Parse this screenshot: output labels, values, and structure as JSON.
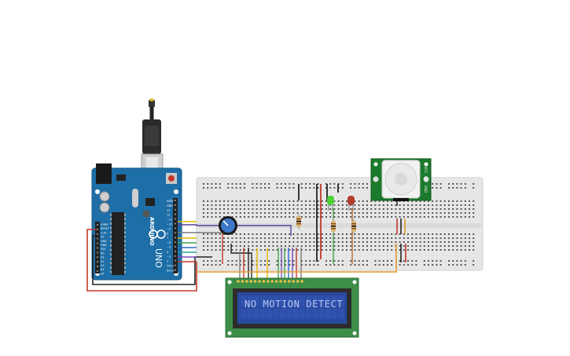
{
  "lcd": {
    "text": "NO MOTION DETECT"
  },
  "arduino": {
    "brand": "ARDUINO",
    "model": "UNO",
    "power_pin_labels": [
      "IOREF",
      "RESET",
      "3.3V",
      "5V",
      "GND",
      "GND",
      "VIN"
    ],
    "analog_label": "ANALOG IN",
    "analog_pin_labels": [
      "A0",
      "A1",
      "A2",
      "A3",
      "A4",
      "A5"
    ],
    "digital_label": "DIGITAL (PWM~)",
    "digital_pin_labels": [
      "AREF",
      "GND",
      "13",
      "12",
      "~11",
      "~10",
      "~9",
      "8",
      "7",
      "~6",
      "~5",
      "4",
      "~3",
      "2",
      "TX>1",
      "RX<0"
    ]
  },
  "pir": {
    "pin_labels": [
      "VCC",
      "OUT",
      "GND"
    ]
  },
  "leds": [
    {
      "name": "green-led",
      "color": "#4cd137"
    },
    {
      "name": "red-led",
      "color": "#b33a2e"
    }
  ],
  "colors": {
    "board": "#1e6ea7",
    "breadboard": "#e6e6e6",
    "lcd_pcb": "#3d8f47",
    "lcd_screen": "#2a4aa0",
    "lcd_text": "#b9c6f0",
    "pir_pcb": "#1c7a2c"
  }
}
